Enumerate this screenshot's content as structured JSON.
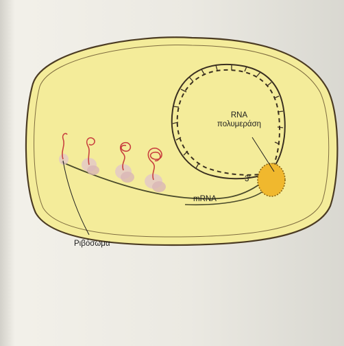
{
  "labels": {
    "rna_polymerase_line1": "RNA",
    "rna_polymerase_line2": "πολυμεράση",
    "three_prime": "3′",
    "mrna": "mRNA",
    "ribosome": "Ριβόσωμα"
  },
  "colors": {
    "cell_fill": "#f4ec9a",
    "cell_border": "#4b3b22",
    "dna_strand": "#3a2f20",
    "polymerase_fill": "#f0b82e",
    "protein_chain": "#c8403f",
    "ribosome_fill": "#e3c9c7",
    "mrna_strand": "#4a4a2a"
  }
}
